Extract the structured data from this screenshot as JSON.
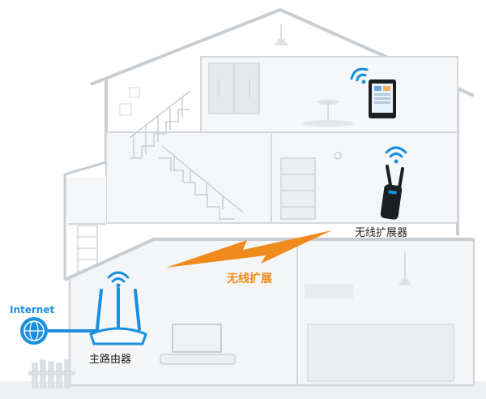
{
  "labels": {
    "internet": "Internet",
    "main_router": "主路由器",
    "extender": "无线扩展器",
    "wireless_extension": "无线扩展"
  },
  "icons": {
    "globe": "globe-icon",
    "wifi": "wifi-icon",
    "router": "router-icon",
    "extender": "wifi-extender-icon",
    "tablet": "tablet-icon",
    "lightning": "lightning-bolt-icon"
  },
  "colors": {
    "wifi_blue": "#1a8fe0",
    "signal_orange": "#f08a1c",
    "house_line": "#c8cdd2",
    "house_fill": "#f4f5f6"
  }
}
